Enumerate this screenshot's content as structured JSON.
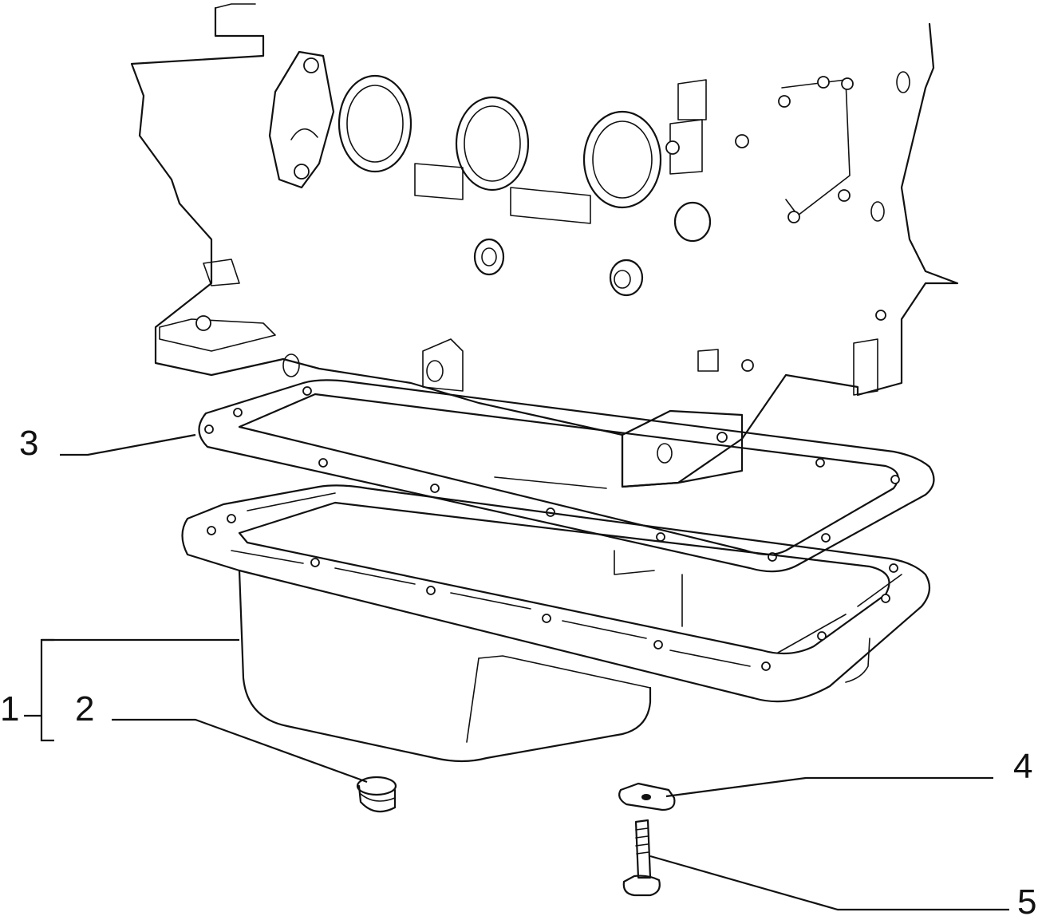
{
  "callouts": [
    {
      "id": "1",
      "text": "1",
      "part": "oil-sump"
    },
    {
      "id": "2",
      "text": "2",
      "part": "drain-plug"
    },
    {
      "id": "3",
      "text": "3",
      "part": "sump-gasket"
    },
    {
      "id": "4",
      "text": "4",
      "part": "washer"
    },
    {
      "id": "5",
      "text": "5",
      "part": "bolt"
    }
  ]
}
